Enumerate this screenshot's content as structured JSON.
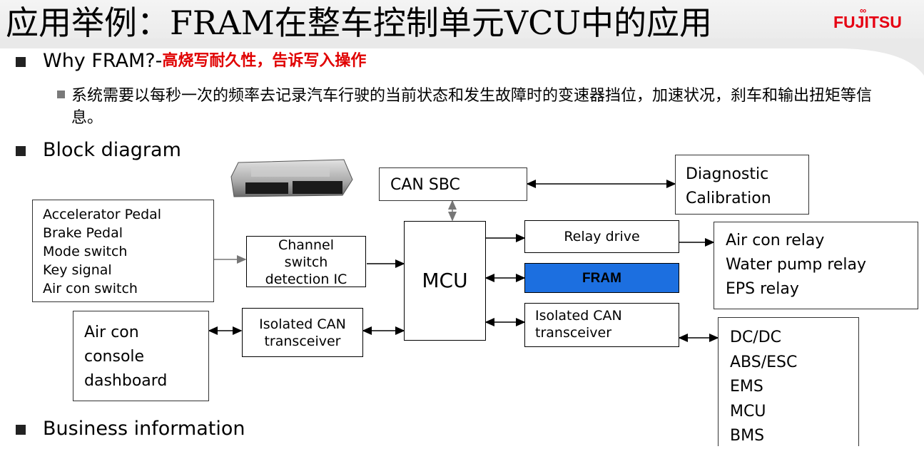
{
  "header": {
    "title": "应用举例：FRAM在整车控制单元VCU中的应用",
    "logo": "FUJITSU",
    "logo_color": "#e60012"
  },
  "bullets": {
    "why_prefix": "Why FRAM?-",
    "why_highlight": "高烧写耐久性，告诉写入操作",
    "why_detail": "系统需要以每秒一次的频率去记录汽车行驶的当前状态和发生故障时的变速器挡位，加速状况，刹车和输出扭矩等信息。",
    "block_diagram": "Block diagram",
    "business": "Business information"
  },
  "diagram": {
    "inputs": [
      "Accelerator Pedal",
      "Brake Pedal",
      "Mode switch",
      "Key signal",
      "Air con switch"
    ],
    "channel_ic": [
      "Channel",
      "switch",
      "detection IC"
    ],
    "console": [
      "Air con",
      "console",
      "dashboard"
    ],
    "isolated_can_left": [
      "Isolated CAN",
      "transceiver"
    ],
    "can_sbc": "CAN SBC",
    "mcu": "MCU",
    "diagnostic": [
      "Diagnostic",
      "Calibration"
    ],
    "relay_drive": "Relay drive",
    "fram": "FRAM",
    "fram_color": "#1c6fe0",
    "isolated_can_right": [
      "Isolated CAN",
      "transceiver"
    ],
    "relays": [
      "Air con relay",
      "Water pump relay",
      "EPS relay"
    ],
    "ecus": [
      "DC/DC",
      "ABS/ESC",
      "EMS",
      "MCU",
      "BMS"
    ]
  }
}
